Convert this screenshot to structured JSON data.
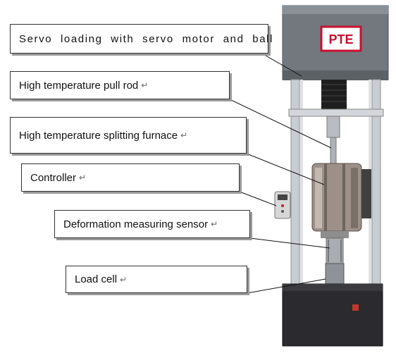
{
  "labels": {
    "servo": "Servo  loading  with  servo  motor  and  ball",
    "pull_rod": "High temperature  pull rod",
    "furnace": "High temperature  splitting furnace",
    "controller": "Controller",
    "deformation": "Deformation measuring sensor",
    "load_cell": "Load cell"
  },
  "return_mark": "↵",
  "logo": {
    "text": "PTE",
    "color": "#c8102e"
  },
  "colors": {
    "frame_top": "#6f767c",
    "base": "#2b2b2f",
    "column": "#c9ccd0",
    "furnace": "#9a8f86",
    "leader_line": "#111111"
  }
}
